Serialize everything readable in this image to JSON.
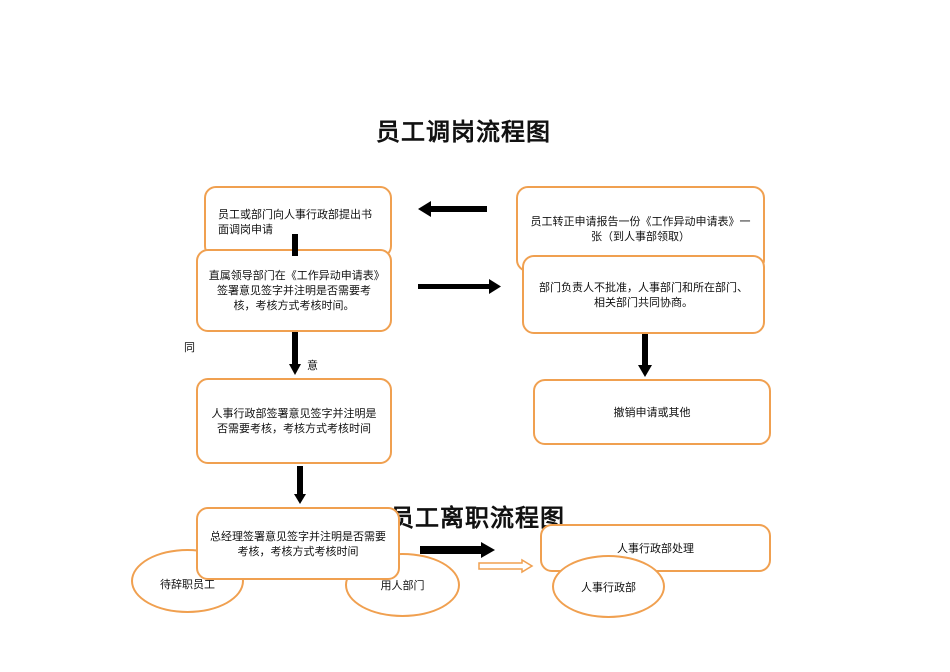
{
  "transfer": {
    "title": "员工调岗流程图",
    "box_apply": "员工或部门向人事行政部提出书面调岗申请",
    "box_leader": "直属领导部门在《工作异动申请表》签署意见签字并注明是否需要考核，考核方式考核时间。",
    "box_hr": "人事行政部签署意见签字并注明是否需要考核，考核方式考核时间",
    "box_gm": "总经理签署意见签字并注明是否需要考核，考核方式考核时间",
    "box_report": "员工转正申请报告一份《工作异动申请表》一张（到人事部领取）",
    "box_reject": "部门负责人不批准，人事部门和所在部门、相关部门共同协商。",
    "box_cancel": "撤销申请或其他",
    "label_tong": "同",
    "label_yi": "意"
  },
  "resign": {
    "title": "员工离职流程图",
    "ell_employee": "待辞职员工",
    "ell_dept": "用人部门",
    "ell_hr": "人事行政部",
    "box_hr_process": "人事行政部处理"
  },
  "colors": {
    "border": "#f0a050",
    "arrow": "#000000"
  }
}
